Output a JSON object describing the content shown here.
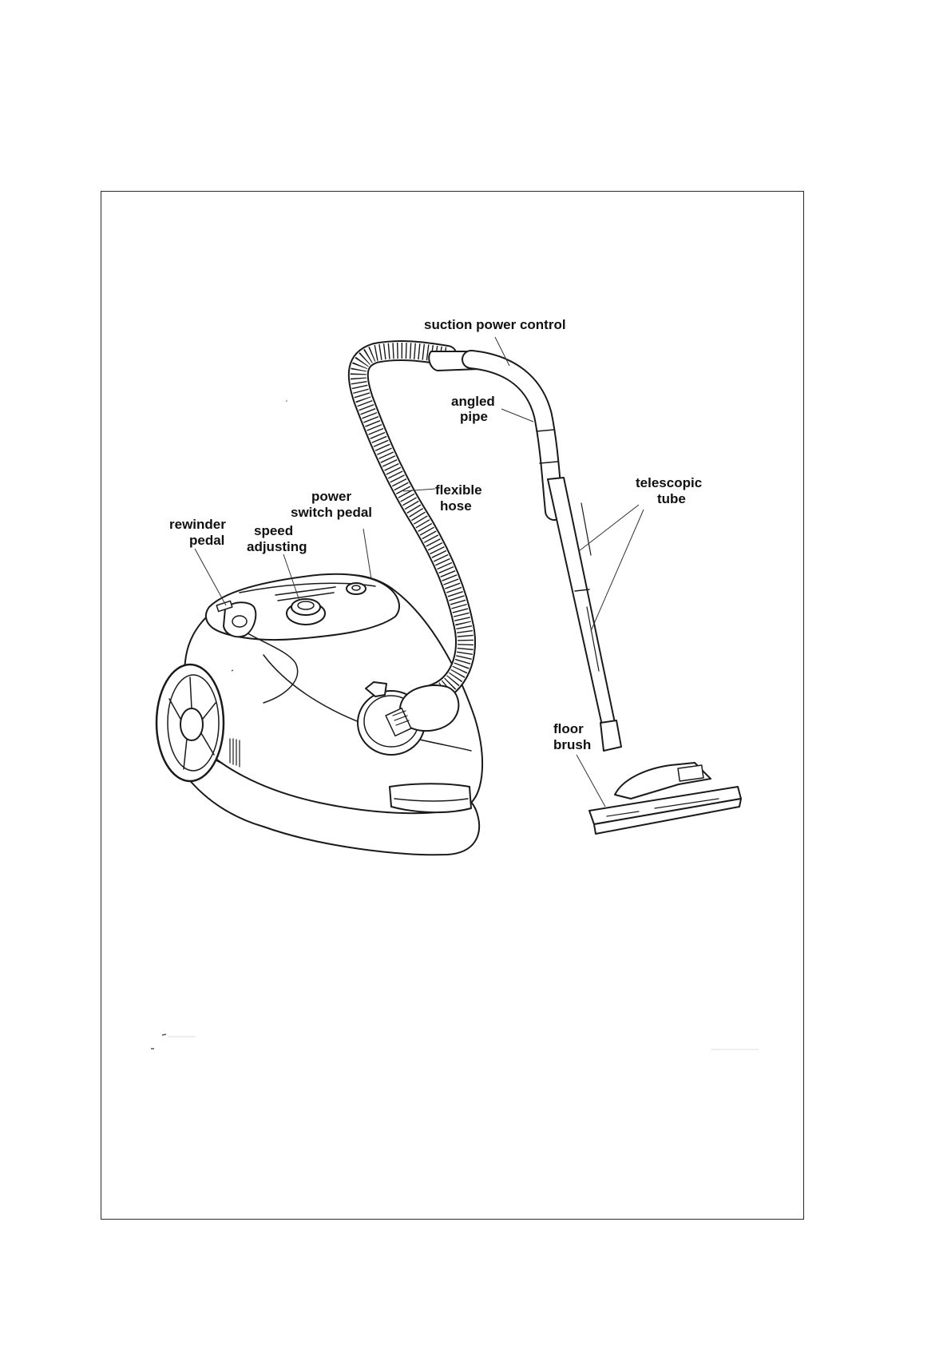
{
  "labels": {
    "suction_power_control": "suction power control",
    "angled_pipe": [
      "angled",
      "pipe"
    ],
    "flexible_hose": [
      "flexible",
      "hose"
    ],
    "telescopic_tube": [
      "telescopic",
      "tube"
    ],
    "power_switch_pedal": [
      "power",
      "switch pedal"
    ],
    "rewinder_pedal": [
      "rewinder",
      "pedal"
    ],
    "speed_adjusting": [
      "speed",
      "adjusting"
    ],
    "floor_brush": [
      "floor",
      "brush"
    ]
  }
}
